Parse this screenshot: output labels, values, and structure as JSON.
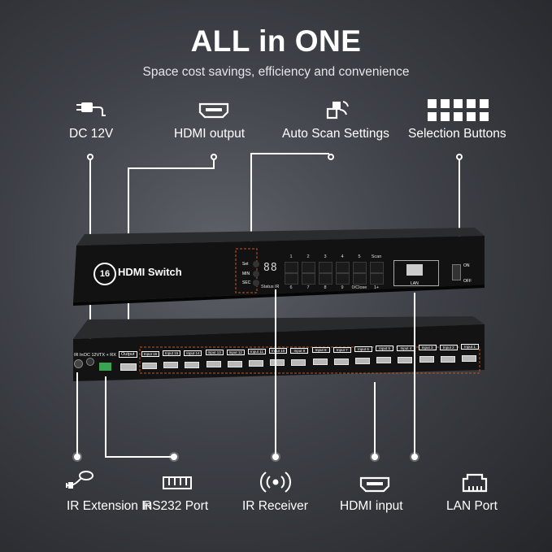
{
  "header": {
    "title": "ALL in ONE",
    "subtitle": "Space cost savings, efficiency and convenience"
  },
  "top_features": [
    {
      "label": "DC 12V",
      "icon": "power-adapter-icon"
    },
    {
      "label": "HDMI output",
      "icon": "hdmi-port-icon"
    },
    {
      "label": "Auto Scan Settings",
      "icon": "auto-scan-icon"
    },
    {
      "label": "Selection Buttons",
      "icon": "button-grid-icon"
    }
  ],
  "bottom_features": [
    {
      "label": "IR Extension In",
      "icon": "ir-cable-icon"
    },
    {
      "label": "RS232 Port",
      "icon": "rs232-port-icon"
    },
    {
      "label": "IR Receiver",
      "icon": "wireless-signal-icon"
    },
    {
      "label": "HDMI input",
      "icon": "hdmi-port-icon"
    },
    {
      "label": "LAN Port",
      "icon": "ethernet-port-icon"
    }
  ],
  "front_panel": {
    "badge": "16",
    "brand": "HDMI Switch",
    "setting_labels": [
      "Set",
      "MIN",
      "SEC"
    ],
    "display": "88",
    "status_label": "Status",
    "ir_label": "IR",
    "top_buttons": [
      "1",
      "2",
      "3",
      "4",
      "5",
      "Scan"
    ],
    "bottom_buttons": [
      "6",
      "7",
      "8",
      "9",
      "0/Close",
      "1+"
    ],
    "lan_label": "LAN",
    "power_on": "ON",
    "power_off": "OFF"
  },
  "rear_panel": {
    "ir_in": "IR In",
    "dc": "DC 12V",
    "rs232": "TX + RX",
    "output": "Output",
    "inputs": [
      "Input 16",
      "Input 15",
      "Input 14",
      "Input 13",
      "Input 12",
      "Input 11",
      "Input 10",
      "Input 9",
      "Input 8",
      "Input 7",
      "Input 6",
      "Input 5",
      "Input 4",
      "Input 3",
      "Input 2",
      "Input 1"
    ]
  }
}
